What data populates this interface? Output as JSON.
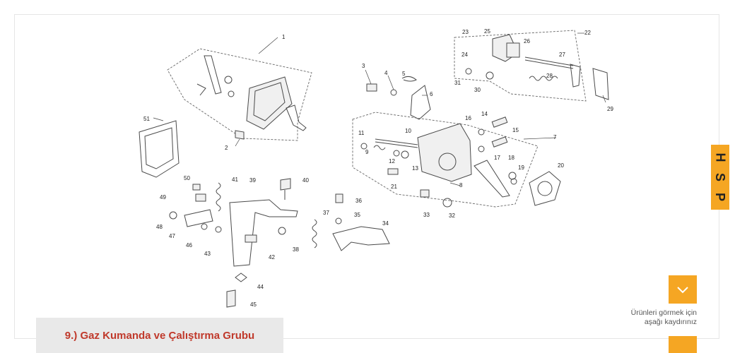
{
  "diagram": {
    "callouts": [
      "1",
      "2",
      "3",
      "4",
      "5",
      "6",
      "7",
      "8",
      "9",
      "10",
      "11",
      "12",
      "13",
      "14",
      "15",
      "16",
      "17",
      "18",
      "19",
      "20",
      "21",
      "22",
      "23",
      "24",
      "25",
      "26",
      "27",
      "28",
      "29",
      "30",
      "31",
      "32",
      "33",
      "34",
      "35",
      "36",
      "37",
      "38",
      "39",
      "40",
      "41",
      "42",
      "43",
      "44",
      "45",
      "46",
      "47",
      "48",
      "49",
      "50",
      "51"
    ]
  },
  "caption": {
    "title": "9.) Gaz Kumanda ve Çalıştırma Grubu"
  },
  "scroll": {
    "hint_line1": "Ürünleri görmek için",
    "hint_line2": "aşağı kaydırınız",
    "icon": "chevron-down-icon"
  },
  "brand": {
    "letters": [
      "H",
      "S",
      "P"
    ]
  },
  "colors": {
    "accent": "#f5a623",
    "caption_text": "#c0392b",
    "caption_bg": "#e9e9e9"
  }
}
